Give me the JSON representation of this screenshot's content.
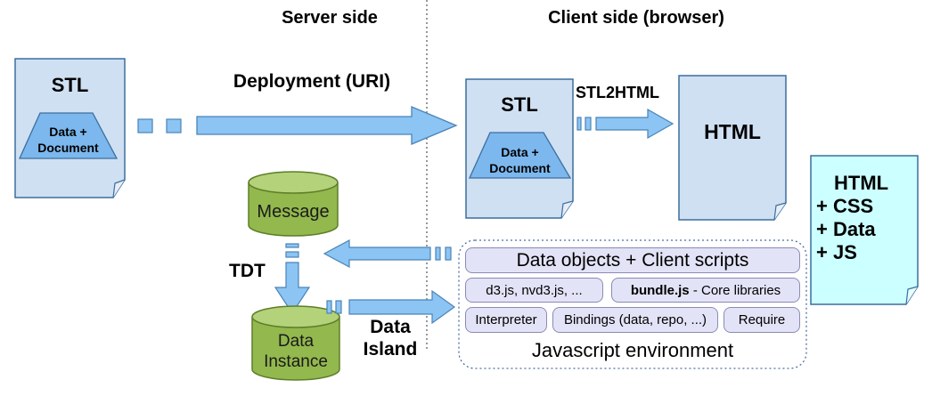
{
  "headers": {
    "server_side": "Server side",
    "client_side": "Client side (browser)"
  },
  "server": {
    "stl_doc": {
      "title": "STL",
      "inner_line1": "Data +",
      "inner_line2": "Document"
    },
    "message_db": "Message",
    "tdt_label": "TDT",
    "instance_db_line1": "Data",
    "instance_db_line2": "Instance"
  },
  "arrows": {
    "deployment_label": "Deployment (URI)",
    "stl2html_label": "STL2HTML",
    "data_island_line1": "Data",
    "data_island_line2": "Island"
  },
  "client": {
    "stl_doc": {
      "title": "STL",
      "inner_line1": "Data +",
      "inner_line2": "Document"
    },
    "html_doc": "HTML",
    "output_doc": {
      "line1": "HTML",
      "line2": "+ CSS",
      "line3": "+ Data",
      "line4": "+ JS"
    }
  },
  "js_env": {
    "title": "Javascript environment",
    "data_objects": "Data objects + Client scripts",
    "d3": "d3.js, nvd3.js, ...",
    "bundle_name": "bundle.js",
    "bundle_desc": " - Core libraries",
    "interpreter": "Interpreter",
    "bindings": "Bindings (data, repo, ...)",
    "require": "Require"
  },
  "colors": {
    "doc_fill": "#cfe0f3",
    "doc_stroke": "#3c6e9e",
    "trapezoid_fill": "#7cb8ee",
    "arrow_fill": "#8cc4f3",
    "arrow_stroke": "#4a84b8",
    "db_fill": "#93b84e",
    "db_stroke": "#5e7e28",
    "output_fill": "#ccffff",
    "pill_fill": "#e3e3f7"
  }
}
